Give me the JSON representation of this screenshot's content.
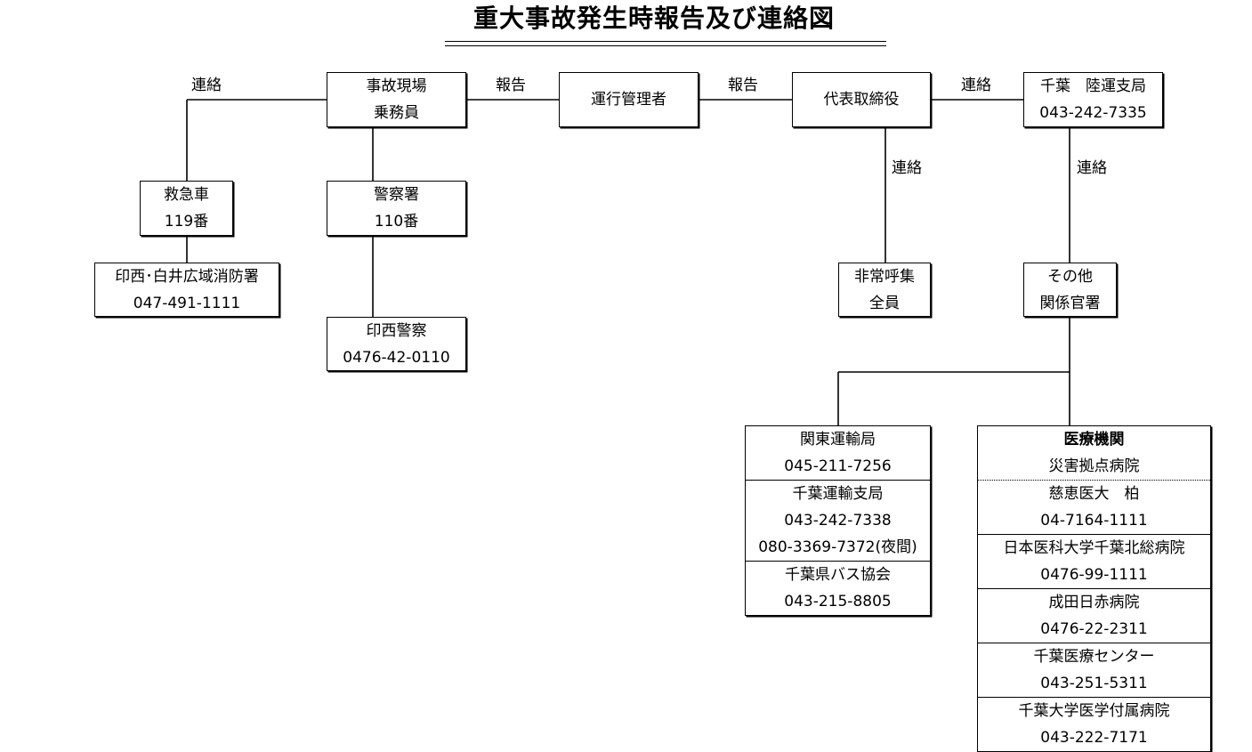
{
  "title": "重大事故発生時報告及び連絡図",
  "labels": {
    "left_contact": "連絡",
    "report_1": "報告",
    "report_2": "報告",
    "right_contact": "連絡",
    "rep_down_contact": "連絡",
    "bureau_down_contact": "連絡"
  },
  "boxes": {
    "crew": {
      "line1": "事故現場",
      "line2": "乗務員"
    },
    "ops_manager": {
      "line1": "運行管理者"
    },
    "representative": {
      "line1": "代表取締役"
    },
    "chiba_bureau": {
      "line1": "千葉　陸運支局",
      "line2": "043-242-7335"
    },
    "ambulance": {
      "line1": "救急車",
      "line2": "119番"
    },
    "fire_dept": {
      "line1": "印西･白井広域消防署",
      "line2": "047-491-1111"
    },
    "police": {
      "line1": "警察署",
      "line2": "110番"
    },
    "inzai_police": {
      "line1": "印西警察",
      "line2": "0476-42-0110"
    },
    "emergency_call": {
      "line1": "非常呼集",
      "line2": "全員"
    },
    "other_agencies": {
      "line1": "その他",
      "line2": "関係官署"
    }
  },
  "transport_list": [
    {
      "name": "関東運輸局",
      "phones": [
        "045-211-7256"
      ]
    },
    {
      "name": "千葉運輸支局",
      "phones": [
        "043-242-7338",
        "080-3369-7372(夜間)"
      ]
    },
    {
      "name": "千葉県バス協会",
      "phones": [
        "043-215-8805"
      ]
    }
  ],
  "medical": {
    "header": "医療機関",
    "subheader": "災害拠点病院",
    "hospitals": [
      {
        "name": "慈恵医大　柏",
        "phone": "04-7164-1111"
      },
      {
        "name": "日本医科大学千葉北総病院",
        "phone": "0476-99-1111"
      },
      {
        "name": "成田日赤病院",
        "phone": "0476-22-2311"
      },
      {
        "name": "千葉医療センター",
        "phone": "043-251-5311"
      },
      {
        "name": "千葉大学医学付属病院",
        "phone": "043-222-7171"
      }
    ]
  }
}
